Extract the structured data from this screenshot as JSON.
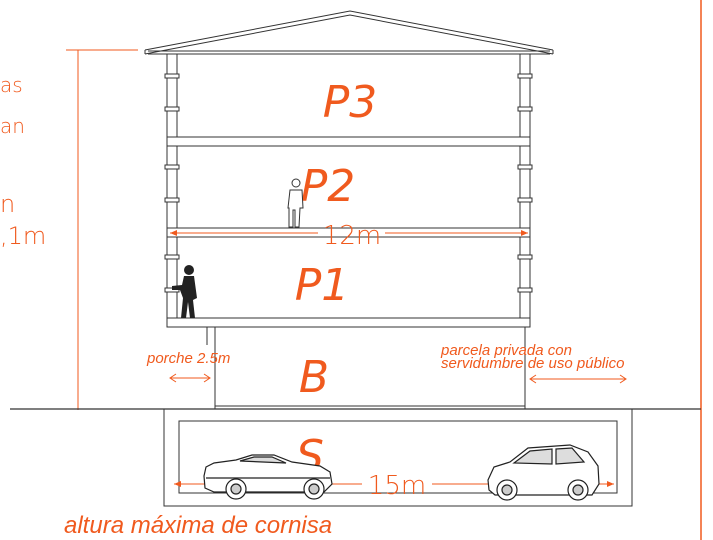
{
  "floors": {
    "p3": "P3",
    "p2": "P2",
    "p1": "P1",
    "b": "B",
    "s": "S"
  },
  "dimensions": {
    "building_width": "12m",
    "basement_width": "15m",
    "porch": "porche 2.5m"
  },
  "parcel_note": {
    "line1": "parcela privada con",
    "line2": "servidumbre de uso público"
  },
  "caption": "altura máxima de cornisa",
  "left_text_fragments": {
    "f1": "as",
    "f2": "an",
    "f3": "n",
    "f4": ",1m"
  },
  "colors": {
    "accent": "#f05a1e",
    "line": "#333333"
  },
  "icons": [
    "person-standing-icon",
    "person-leaning-icon",
    "sedan-car-icon",
    "hatchback-car-icon"
  ]
}
